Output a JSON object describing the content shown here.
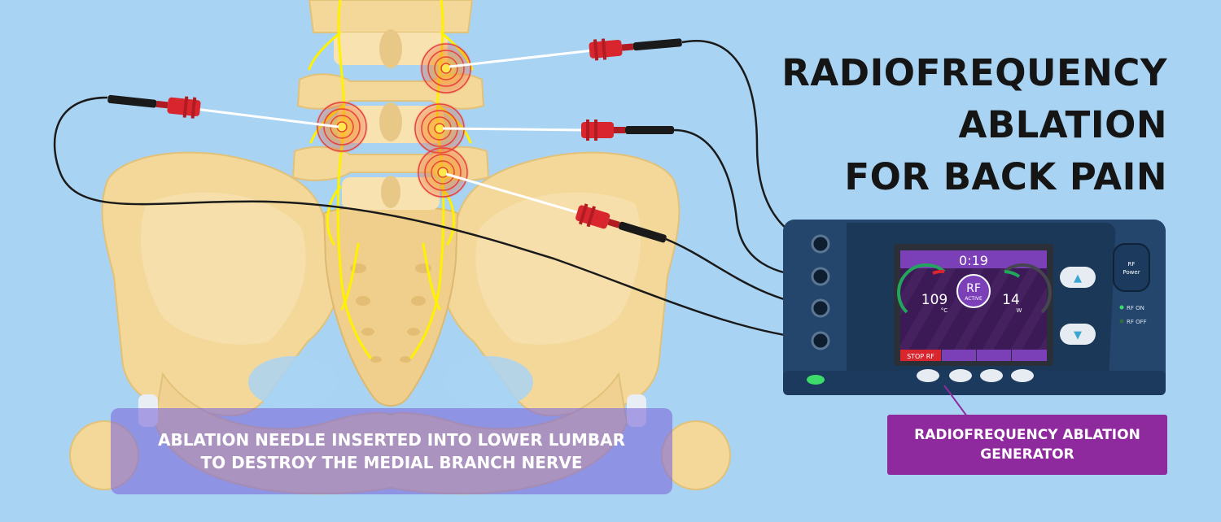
{
  "title": {
    "line1": "RADIOFREQUENCY",
    "line2": "ABLATION",
    "line3": "FOR BACK PAIN"
  },
  "caption": {
    "line1": "ABLATION NEEDLE INSERTED INTO LOWER LUMBAR",
    "line2": "TO DESTROY THE MEDIAL BRANCH NERVE"
  },
  "generator_label": {
    "line1": "RADIOFREQUENCY ABLATION",
    "line2": "GENERATOR"
  },
  "device": {
    "timer": "0:19",
    "temperature_value": "109",
    "temperature_unit": "°C",
    "rf_label": "RF",
    "rf_status": "ACTIVE",
    "power_value": "14",
    "power_unit": "W",
    "stop_label": "STOP RF",
    "power_button_line1": "RF",
    "power_button_line2": "Power",
    "led_on_label": "RF ON",
    "led_off_label": "RF OFF"
  },
  "colors": {
    "background": "#a9d3f3",
    "bone": "#f3d89a",
    "nerve": "#fff200",
    "device_body": "#2c4d75",
    "screen_header": "#7b3fb8",
    "label_purple": "#8f2a9e",
    "needle_red": "#d9262e",
    "temp_arc": "#22a65b"
  }
}
